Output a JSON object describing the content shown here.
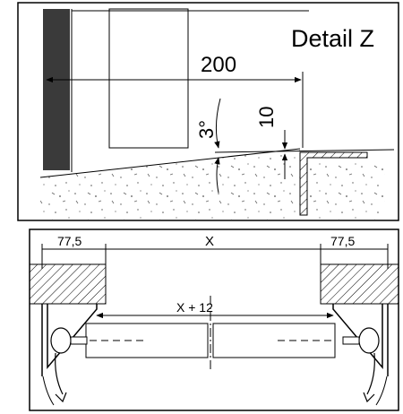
{
  "top_panel": {
    "title": "Detail Z",
    "dim_width": "200",
    "dim_height": "10",
    "dim_angle": "3°"
  },
  "bottom_panel": {
    "dim_left": "77,5",
    "dim_center": "X",
    "dim_right": "77,5",
    "dim_inner": "X + 12"
  }
}
